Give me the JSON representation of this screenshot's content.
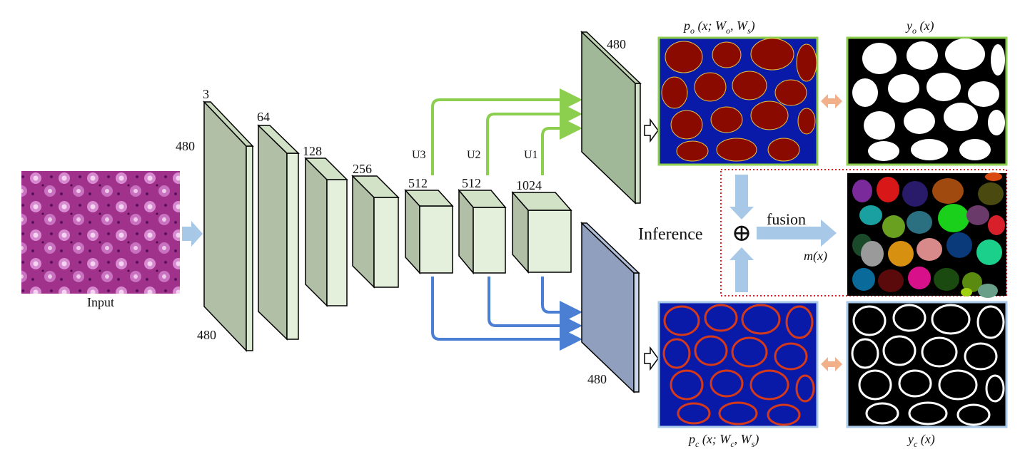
{
  "input": {
    "label": "Input"
  },
  "encoder": {
    "channels": [
      "3",
      "64",
      "128",
      "256",
      "512",
      "512",
      "1024"
    ],
    "height_label": "480",
    "width_label": "480",
    "unit_labels": [
      "U3",
      "U2",
      "U1"
    ]
  },
  "branches": {
    "object_height_label": "480",
    "contour_width_label": "480"
  },
  "outputs": {
    "object_prob": {
      "base": "p",
      "sub": "o",
      "args": " (x; W",
      "arg_sub1": "o",
      "arg_mid": ", W",
      "arg_sub2": "s",
      "close": ")"
    },
    "object_gt": {
      "base": "y",
      "sub": "o",
      "args": " (x)"
    },
    "contour_prob": {
      "base": "p",
      "sub": "c",
      "args": " (x; W",
      "arg_sub1": "c",
      "arg_mid": ", W",
      "arg_sub2": "s",
      "close": ")"
    },
    "contour_gt": {
      "base": "y",
      "sub": "c",
      "args": " (x)"
    },
    "inference_label": "Inference",
    "fusion_label": "fusion",
    "fusion_op": "⊕",
    "mask_label": "m(x)"
  },
  "colors": {
    "heatmap_bg": "#0a1aa8",
    "object_fill": "#8a0a00",
    "green_arrow": "#8ccf4e",
    "blue_arrow": "#4a7fd4",
    "light_arrow": "#a8c8e8",
    "orange_arrow": "#f2b08a",
    "dashed_red": "#e02020"
  }
}
